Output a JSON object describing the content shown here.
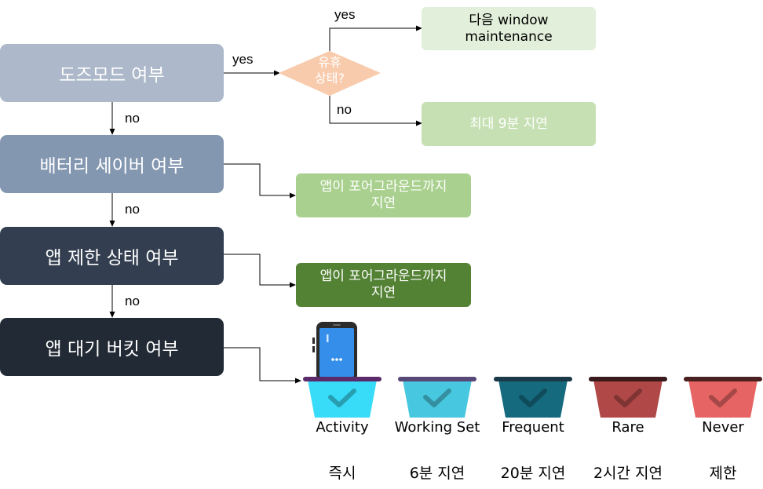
{
  "decisions": [
    {
      "label": "도즈모드 여부",
      "color": "#adb9ca"
    },
    {
      "label": "배터리 세이버 여부",
      "color": "#8497b0"
    },
    {
      "label": "앱 제한 상태 여부",
      "color": "#333f50"
    },
    {
      "label": "앱 대기 버킷 여부",
      "color": "#222a35"
    }
  ],
  "idle_check": {
    "label": "유휴\n상태?",
    "color": "#f8cbad"
  },
  "outcomes": {
    "next_window": {
      "label": "다음 window\nmaintenance",
      "color": "#e2efda"
    },
    "delay_9min": {
      "label": "최대 9분 지연",
      "color": "#c6e0b4"
    },
    "saver_delay": {
      "label": "앱이 포어그라운드까지\n지연",
      "color": "#a9d08e"
    },
    "restricted_delay": {
      "label": "앱이 포어그라운드까지\n지연",
      "color": "#548235"
    }
  },
  "edge_labels": {
    "yes_to_idle": "yes",
    "idle_yes": "yes",
    "idle_no": "no",
    "doze_no": "no",
    "saver_no": "no",
    "restrict_no": "no"
  },
  "buckets": [
    {
      "name": "Activity",
      "delay": "즉시",
      "color": "#38dcf8",
      "rim": "#5a2a6a"
    },
    {
      "name": "Working Set",
      "delay": "6분 지연",
      "color": "#48c8e0",
      "rim": "#584878"
    },
    {
      "name": "Frequent",
      "delay": "20분 지연",
      "color": "#156a7e",
      "rim": "#1a3a48"
    },
    {
      "name": "Rare",
      "delay": "2시간 지연",
      "color": "#b04848",
      "rim": "#3a1a1a"
    },
    {
      "name": "Never",
      "delay": "제한",
      "color": "#e66464",
      "rim": "#4a2020"
    }
  ]
}
